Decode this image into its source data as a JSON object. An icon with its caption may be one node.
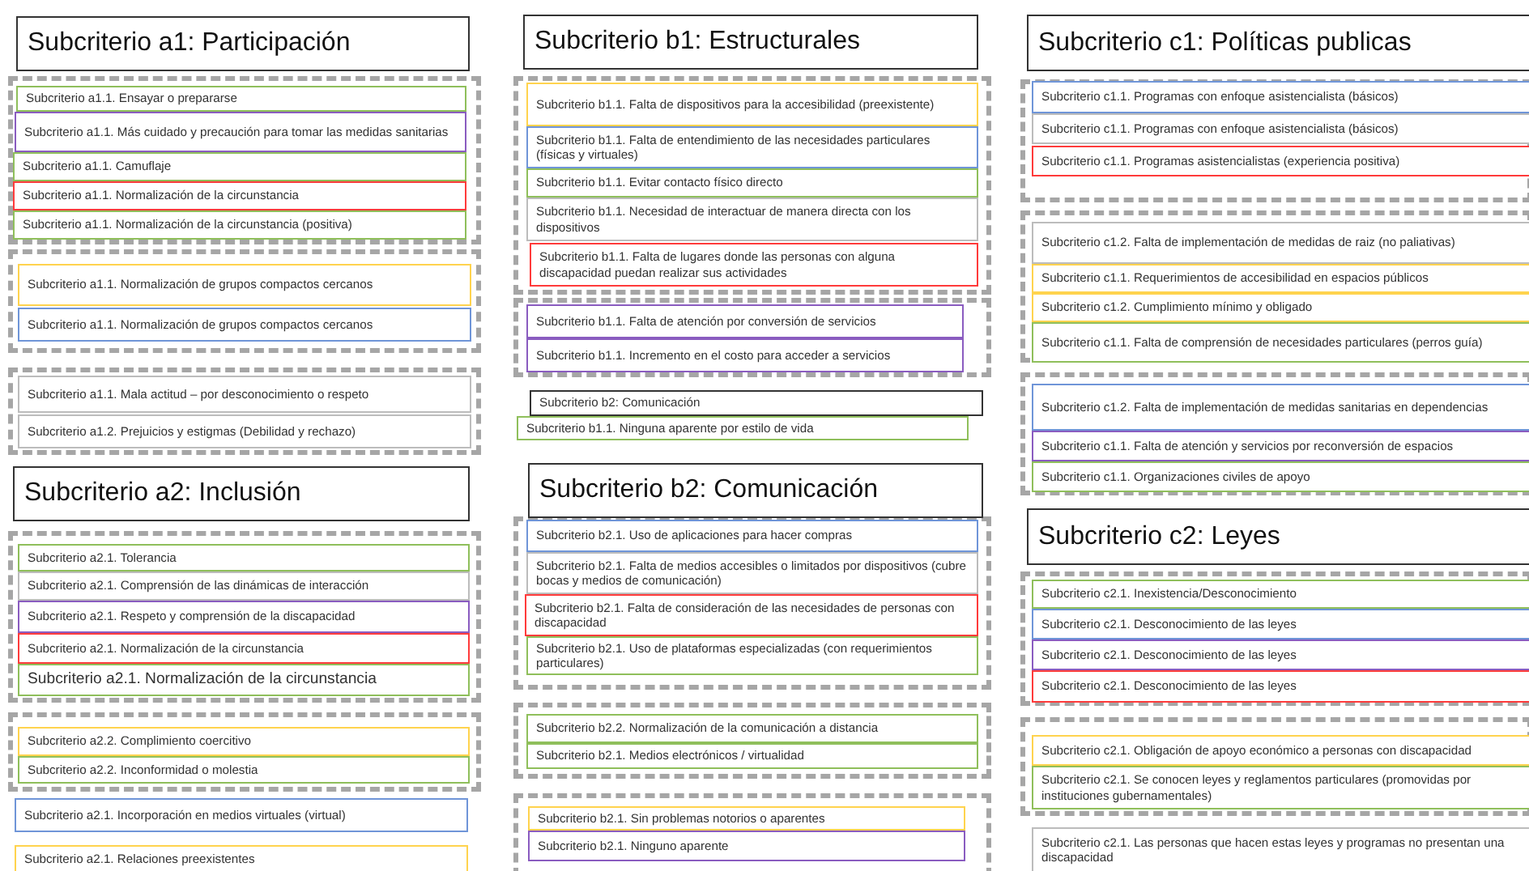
{
  "diagram": {
    "nodes": [
      {
        "text": [
          "Subcriterio a1: Participación"
        ]
      },
      {
        "text": [],
        "shape": "box"
      },
      {
        "text": [
          "Subcriterio a1.1. Ensayar o prepararse"
        ],
        "in": 1
      },
      {
        "text": [
          "Subcriterio a1.1. Más cuidado y precaución para tomar las medidas sanitarias"
        ],
        "in": 1
      },
      {
        "text": [
          "Subcriterio a1.1. Camuflaje"
        ],
        "in": 1
      },
      {
        "text": [
          "Subcriterio a1.1. Normalización de la circunstancia"
        ],
        "in": 1
      },
      {
        "text": [
          "Subcriterio a1.1. Normalización de la circunstancia (positiva)"
        ],
        "in": 1
      },
      {
        "text": [],
        "shape": "box"
      },
      {
        "text": [
          "Subcriterio a1.1. Normalización de grupos compactos cercanos"
        ],
        "in": 7
      },
      {
        "text": [
          "Subcriterio a1.1. Normalización de grupos compactos cercanos"
        ],
        "in": 7
      },
      {
        "text": [],
        "shape": "box"
      },
      {
        "text": [
          "Subcriterio a1.1. Mala actitud – por desconocimiento o respeto"
        ],
        "in": 10
      },
      {
        "text": [
          "Subcriterio a1.2. Prejuicios y estigmas (Debilidad y rechazo)"
        ],
        "in": 10
      },
      {
        "text": [
          "Subcriterio a2: Inclusión"
        ]
      },
      {
        "text": [],
        "shape": "box"
      },
      {
        "text": [
          "Subcriterio a2.1. Tolerancia"
        ],
        "in": 14
      },
      {
        "text": [
          "Subcriterio a2.1. Comprensión de las dinámicas de interacción"
        ],
        "in": 14
      },
      {
        "text": [
          "Subcriterio a2.1. Respeto y comprensión de la discapacidad"
        ],
        "in": 14
      },
      {
        "text": [
          "Subcriterio a2.1. Normalización de la circunstancia"
        ],
        "in": 14
      },
      {
        "text": [
          "Subcriterio a2.1. Normalización de la circunstancia"
        ],
        "in": 14
      },
      {
        "text": [],
        "shape": "box"
      },
      {
        "text": [
          "Subcriterio a2.2. Complimiento coercitivo"
        ],
        "in": 20
      },
      {
        "text": [
          "Subcriterio a2.2. Inconformidad o molestia"
        ],
        "in": 20
      },
      {
        "text": [
          "Subcriterio a2.1. Incorporación en medios virtuales (virtual)"
        ]
      },
      {
        "text": [
          "Subcriterio a2.1. Relaciones preexistentes"
        ]
      },
      {
        "text": [
          "Subcriterio b1: Estructurales"
        ]
      },
      {
        "text": [],
        "shape": "box"
      },
      {
        "text": [
          "Subcriterio b1.1. Falta de dispositivos para la accesibilidad (preexistente)"
        ],
        "in": 26
      },
      {
        "text": [
          "Subcriterio b1.1. Falta de entendimiento de las necesidades particulares (físicas y virtuales)"
        ],
        "in": 26
      },
      {
        "text": [
          "Subcriterio b1.1. Evitar contacto físico directo"
        ],
        "in": 26
      },
      {
        "text": [
          "Subcriterio b1.1. Necesidad de interactuar de manera directa con los dispositivos"
        ],
        "in": 26
      },
      {
        "text": [
          "Subcriterio b1.1. Falta de lugares donde las personas con alguna discapacidad puedan realizar sus actividades"
        ],
        "in": 26
      },
      {
        "text": [],
        "shape": "box"
      },
      {
        "text": [
          "Subcriterio b1.1. Falta de atención por conversión de servicios"
        ],
        "in": 32
      },
      {
        "text": [
          "Subcriterio b1.1. Incremento en el costo para acceder a servicios"
        ],
        "in": 32
      },
      {
        "text": [
          "Subcriterio b2: Comunicación"
        ]
      },
      {
        "text": [
          "Subcriterio b1.1. Ninguna aparente por estilo de vida"
        ]
      },
      {
        "text": [
          "Subcriterio b2: Comunicación"
        ]
      },
      {
        "text": [],
        "shape": "box"
      },
      {
        "text": [
          "Subcriterio b2.1. Uso de aplicaciones para hacer compras"
        ],
        "in": 38
      },
      {
        "text": [
          "Subcriterio b2.1. Falta de medios accesibles o limitados por dispositivos (cubre bocas y medios de comunicación)"
        ],
        "in": 38
      },
      {
        "text": [
          "Subcriterio b2.1. Falta de consideración de las necesidades de personas con discapacidad"
        ],
        "in": 38
      },
      {
        "text": [
          "Subcriterio b2.1. Uso de plataformas especializadas (con requerimientos particulares)"
        ],
        "in": 38
      },
      {
        "text": [],
        "shape": "box"
      },
      {
        "text": [
          "Subcriterio b2.2. Normalización de la comunicación a distancia"
        ],
        "in": 43
      },
      {
        "text": [
          "Subcriterio b2.1. Medios electrónicos / virtualidad"
        ],
        "in": 43
      },
      {
        "text": [],
        "shape": "box"
      },
      {
        "text": [
          "Subcriterio b2.1. Sin problemas notorios o aparentes"
        ],
        "in": 46
      },
      {
        "text": [
          "Subcriterio b2.1. Ninguno aparente"
        ],
        "in": 46
      },
      {
        "text": [
          "Subcriterio c1: Políticas publicas"
        ]
      },
      {
        "text": [],
        "shape": "box"
      },
      {
        "text": [
          "Subcriterio c1.1. Programas con enfoque asistencialista (básicos)"
        ],
        "in": 50
      },
      {
        "text": [
          "Subcriterio c1.1. Programas con enfoque asistencialista (básicos)"
        ],
        "in": 50
      },
      {
        "text": [
          "Subcriterio c1.1. Programas asistencialistas (experiencia positiva)"
        ],
        "in": 50
      },
      {
        "text": [],
        "shape": "box"
      },
      {
        "text": [
          "Subcriterio c1.2. Falta de implementación de medidas de raiz (no paliativas)"
        ],
        "in": 54
      },
      {
        "text": [
          "Subcriterio c1.1. Requerimientos de accesibilidad en espacios públicos"
        ],
        "in": 54
      },
      {
        "text": [
          "Subcriterio c1.2. Cumplimiento mínimo y obligado"
        ],
        "in": 54
      },
      {
        "text": [
          "Subcriterio c1.1.  Falta de comprensión de necesidades particulares (perros guía)"
        ],
        "in": 54
      },
      {
        "text": [],
        "shape": "box"
      },
      {
        "text": [
          "Subcriterio c1.2. Falta de implementación de medidas sanitarias en dependencias"
        ],
        "in": 59
      },
      {
        "text": [
          "Subcriterio c1.1. Falta de atención y servicios por reconversión de espacios"
        ],
        "in": 59
      },
      {
        "text": [
          "Subcriterio c1.1. Organizaciones civiles de apoyo"
        ],
        "in": 59
      },
      {
        "text": [
          "Subcriterio c2: Leyes"
        ]
      },
      {
        "text": [],
        "shape": "box"
      },
      {
        "text": [
          "Subcriterio c2.1. Inexistencia/Desconocimiento"
        ],
        "in": 64
      },
      {
        "text": [
          "Subcriterio c2.1. Desconocimiento de las leyes"
        ],
        "in": 64
      },
      {
        "text": [
          "Subcriterio c2.1. Desconocimiento de las leyes"
        ],
        "in": 64
      },
      {
        "text": [
          "Subcriterio c2.1. Desconocimiento de las leyes"
        ],
        "in": 64
      },
      {
        "text": [],
        "shape": "box"
      },
      {
        "text": [
          "Subcriterio c2.1. Obligación de apoyo económico a personas con discapacidad"
        ],
        "in": 69
      },
      {
        "text": [
          "Subcriterio c2.1. Se conocen leyes y reglamentos particulares (promovidas por instituciones gubernamentales)"
        ],
        "in": 69
      },
      {
        "text": [
          "Subcriterio c2.1. Las personas que hacen estas leyes y programas no presentan una discapacidad"
        ]
      }
    ]
  }
}
